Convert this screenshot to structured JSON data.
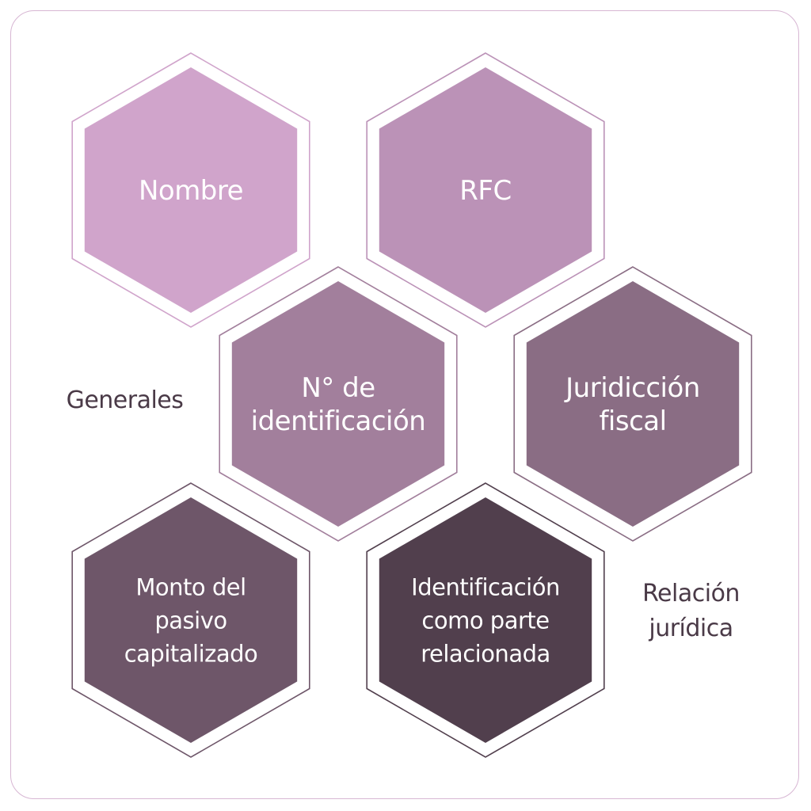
{
  "hexagons": [
    {
      "lines": [
        "Nombre"
      ],
      "fill": "#d0a4cb",
      "stroke": "#d0a4cb"
    },
    {
      "lines": [
        "RFC"
      ],
      "fill": "#bb92b7",
      "stroke": "#bb92b7"
    },
    {
      "lines": [
        "N° de",
        "identificación"
      ],
      "fill": "#a27f9c",
      "stroke": "#a27f9c"
    },
    {
      "lines": [
        "Juridicción",
        "fiscal"
      ],
      "fill": "#8a6d84",
      "stroke": "#8a6d84"
    },
    {
      "lines": [
        "Monto del",
        "pasivo",
        "capitalizado"
      ],
      "fill": "#6e5669",
      "stroke": "#6e5669"
    },
    {
      "lines": [
        "Identificación",
        "como parte",
        "relacionada"
      ],
      "fill": "#513f4d",
      "stroke": "#513f4d"
    }
  ],
  "labels": {
    "generales": "Generales",
    "relacion_line1": "Relación",
    "relacion_line2": "jurídica"
  }
}
